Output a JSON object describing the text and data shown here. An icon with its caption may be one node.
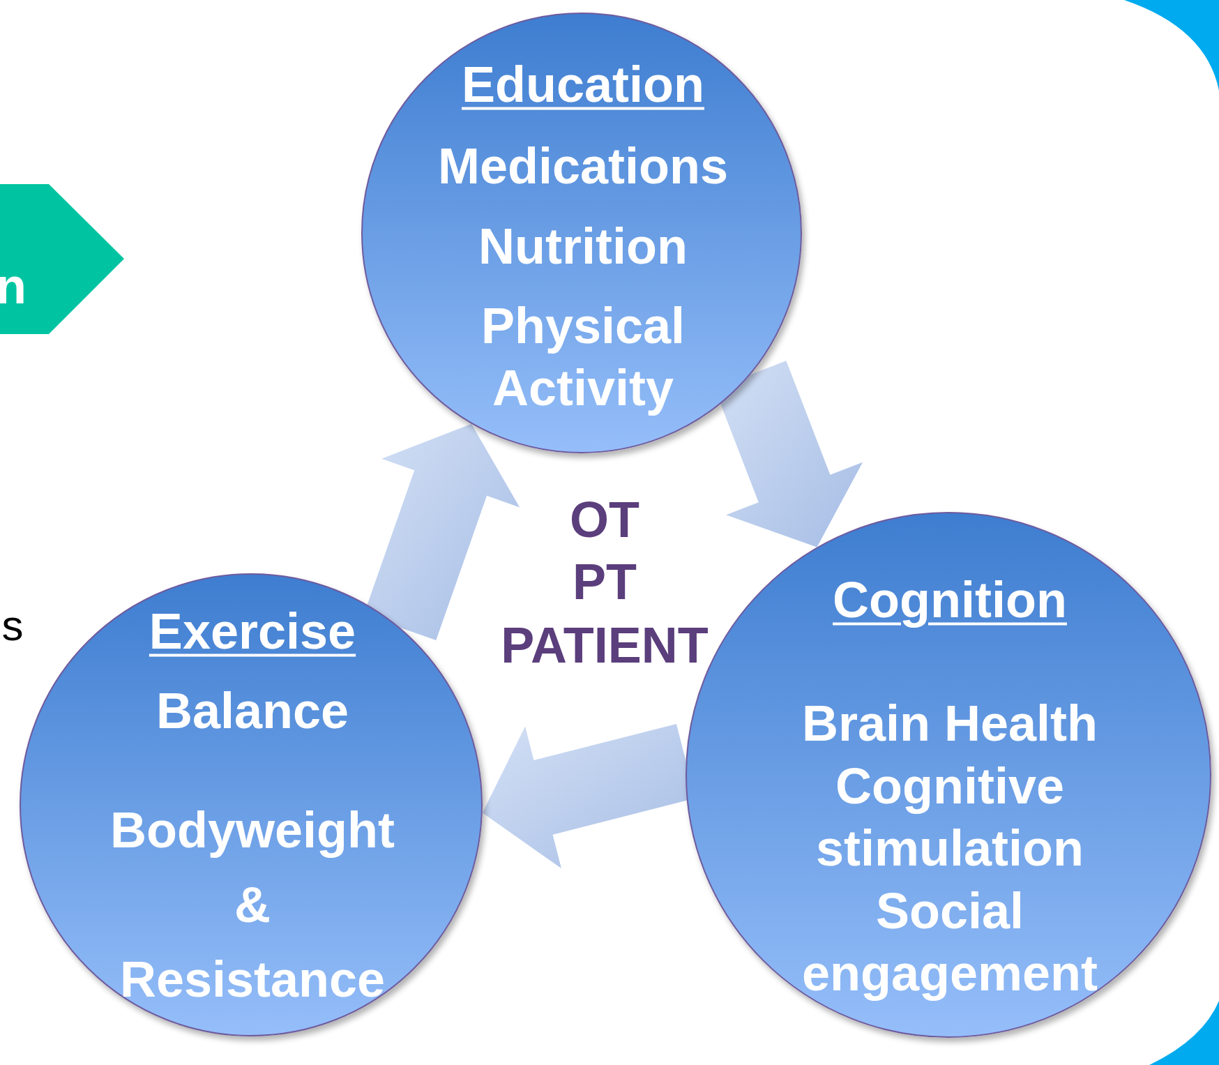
{
  "diagram": {
    "nodes": [
      {
        "text": [
          "Education",
          "Medications",
          "Nutrition",
          "Physical Activity"
        ]
      },
      {
        "text": [
          "Exercise",
          "Balance",
          "Bodyweight & Resistance"
        ]
      },
      {
        "text": [
          "Cognition",
          "Brain Health",
          "Cognitive stimulation",
          "Social engagement"
        ]
      }
    ],
    "edges": [
      {
        "from": 1,
        "to": 0,
        "arrow": "to",
        "style": "thick"
      },
      {
        "from": 0,
        "to": 2,
        "arrow": "to",
        "style": "thick"
      },
      {
        "from": 2,
        "to": 1,
        "arrow": "to",
        "style": "thick"
      }
    ],
    "labels": [
      "n",
      "OT",
      "PT",
      "PATIENT",
      "s"
    ]
  }
}
